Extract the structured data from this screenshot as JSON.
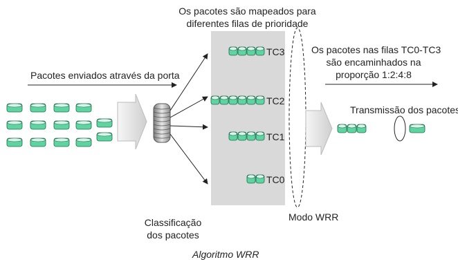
{
  "diagram": {
    "top_note_line1": "Os pacotes são mapeados para",
    "top_note_line2": "diferentes filas de prioridade",
    "left_note": "Pacotes enviados através da porta",
    "right_note_line1": "Os pacotes nas filas TC0-TC3",
    "right_note_line2": "são encaminhados na",
    "right_note_line3": "proporção 1:2:4:8",
    "transmission_label": "Transmissão dos pacotes",
    "queues": [
      {
        "label": "TC3",
        "packets": 4
      },
      {
        "label": "TC2",
        "packets": 6
      },
      {
        "label": "TC1",
        "packets": 4
      },
      {
        "label": "TC0",
        "packets": 2
      }
    ],
    "classification_line1": "Classificação",
    "classification_line2": "dos pacotes",
    "mode_label": "Modo WRR",
    "caption": "Algoritmo WRR",
    "colors": {
      "packet_fill": "#5fd3a0",
      "packet_top": "#d9f5e9",
      "packet_stroke": "#1f6b4f",
      "queue_panel": "#d9d9d9",
      "arrow_fill": "#e6e6e6"
    }
  }
}
